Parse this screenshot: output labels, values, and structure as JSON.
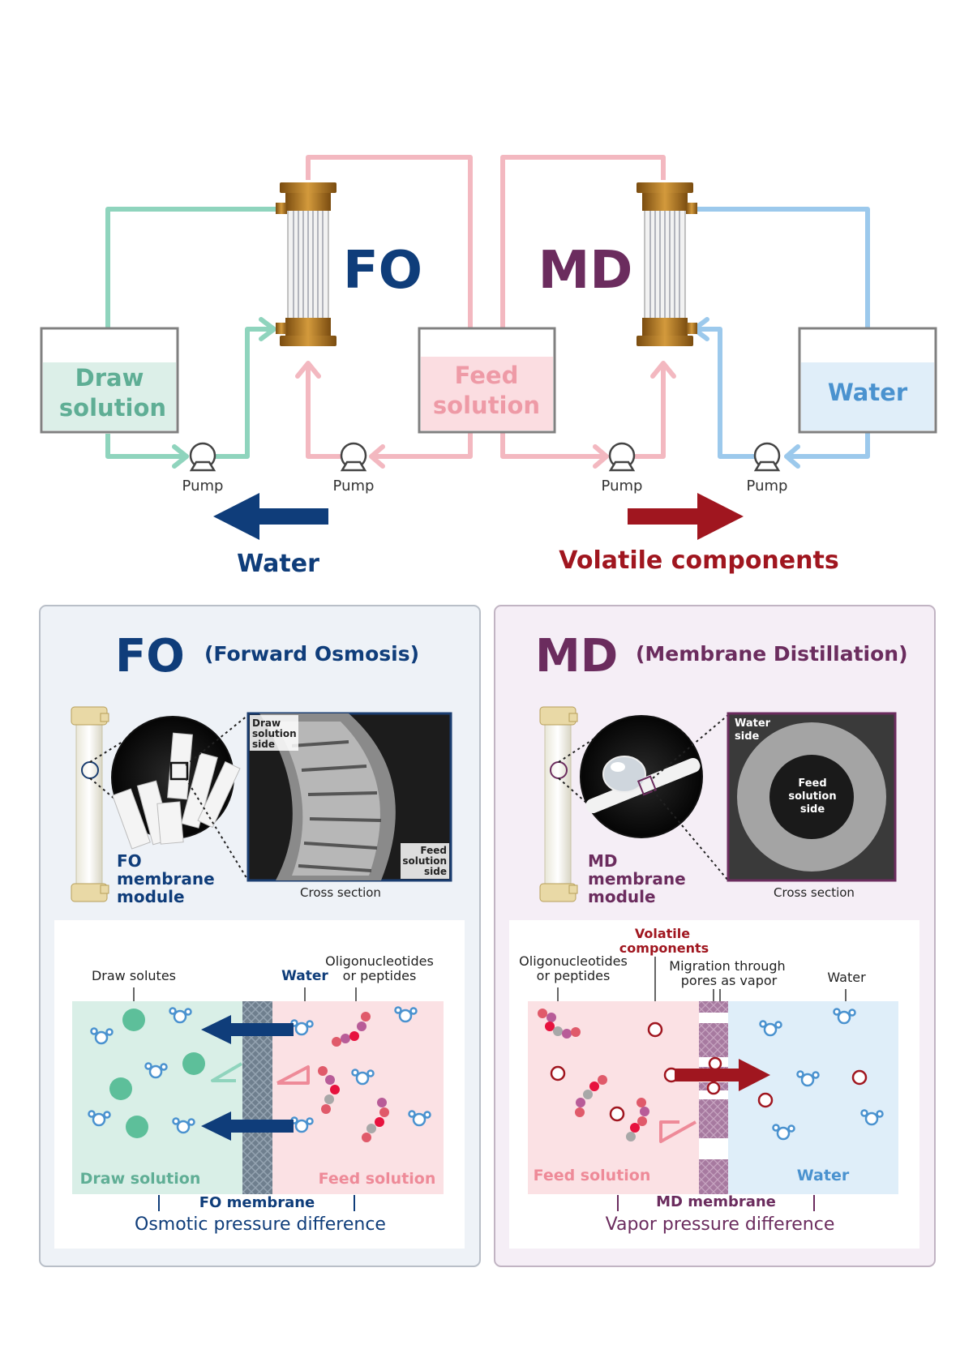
{
  "top": {
    "fo_title": "FO",
    "md_title": "MD",
    "draw_tank_line1": "Draw",
    "draw_tank_line2": "solution",
    "feed_tank_line1": "Feed",
    "feed_tank_line2": "solution",
    "water_tank": "Water",
    "pump_label": "Pump",
    "water_arrow_label": "Water",
    "volatile_arrow_label": "Volatile components"
  },
  "fo_panel": {
    "title": "FO",
    "subtitle": "(Forward Osmosis)",
    "module_line1": "FO",
    "module_line2": "membrane",
    "module_line3": "module",
    "sem_top_line1": "Draw",
    "sem_top_line2": "solution",
    "sem_top_line3": "side",
    "sem_bottom_line1": "Feed",
    "sem_bottom_line2": "solution",
    "sem_bottom_line3": "side",
    "cross_section": "Cross section",
    "draw_solutes": "Draw solutes",
    "water": "Water",
    "oligo_line1": "Oligonucleotides",
    "oligo_line2": "or peptides",
    "draw_solution": "Draw solution",
    "feed_solution": "Feed solution",
    "membrane": "FO membrane",
    "driving_force": "Osmotic pressure difference"
  },
  "md_panel": {
    "title": "MD",
    "subtitle": "(Membrane Distillation)",
    "module_line1": "MD",
    "module_line2": "membrane",
    "module_line3": "module",
    "sem_water_line1": "Water",
    "sem_water_line2": "side",
    "sem_feed_line1": "Feed",
    "sem_feed_line2": "solution",
    "sem_feed_line3": "side",
    "cross_section": "Cross section",
    "oligo_line1": "Oligonucleotides",
    "oligo_line2": "or peptides",
    "volatile_line1": "Volatile",
    "volatile_line2": "components",
    "migration_line1": "Migration through",
    "migration_line2": "pores as vapor",
    "water": "Water",
    "feed_solution": "Feed solution",
    "water_side": "Water",
    "membrane": "MD membrane",
    "driving_force": "Vapor pressure difference"
  },
  "colors": {
    "fo_blue": "#0f3d7a",
    "md_purple": "#6b2c5e",
    "draw_green": "#8fd4bd",
    "feed_pink": "#f3b8c0",
    "water_blue": "#9cc9ec",
    "volatile_red": "#a0161f",
    "membrane_purple": "#a77aa0"
  }
}
